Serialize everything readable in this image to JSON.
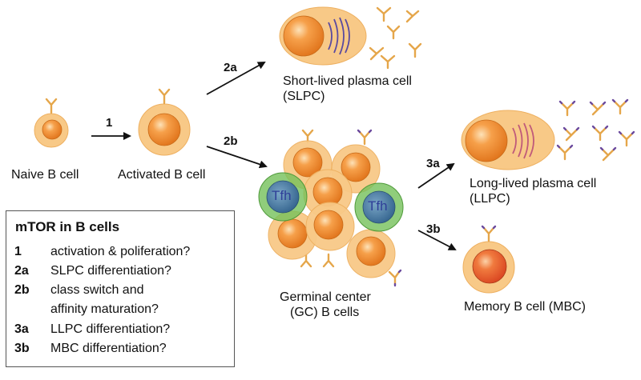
{
  "cells": {
    "naive": "Naive B cell",
    "activated": "Activated B cell",
    "slpc_line1": "Short-lived plasma cell",
    "slpc_line2": "(SLPC)",
    "gc_line1": "Germinal center",
    "gc_line2": "(GC) B cells",
    "llpc_line1": "Long-lived plasma cell",
    "llpc_line2": "(LLPC)",
    "mbc": "Memory B cell (MBC)",
    "tfh": "Tfh"
  },
  "steps": {
    "s1": "1",
    "s2a": "2a",
    "s2b": "2b",
    "s3a": "3a",
    "s3b": "3b"
  },
  "legend": {
    "title": "mTOR in B cells",
    "items": [
      {
        "key": "1",
        "lines": [
          "activation & poliferation?"
        ]
      },
      {
        "key": "2a",
        "lines": [
          "SLPC differentiation?"
        ]
      },
      {
        "key": "2b",
        "lines": [
          "class switch and",
          "affinity maturation?"
        ]
      },
      {
        "key": "3a",
        "lines": [
          "LLPC differentiation?"
        ]
      },
      {
        "key": "3b",
        "lines": [
          "MBC differentiation?"
        ]
      }
    ]
  },
  "colors": {
    "cell_outer": "#f8c987",
    "cell_outer_stroke": "#eeb060",
    "nucleus": "#f28a26",
    "nucleus_mbc": "#e9562b",
    "tfh_outer": "#74c05a",
    "tfh_nucleus": "#3f6f9e",
    "antibody_gold": "#e5a64a",
    "antibody_purple": "#6b4a9e",
    "er_lines": "#5a4aa0"
  }
}
